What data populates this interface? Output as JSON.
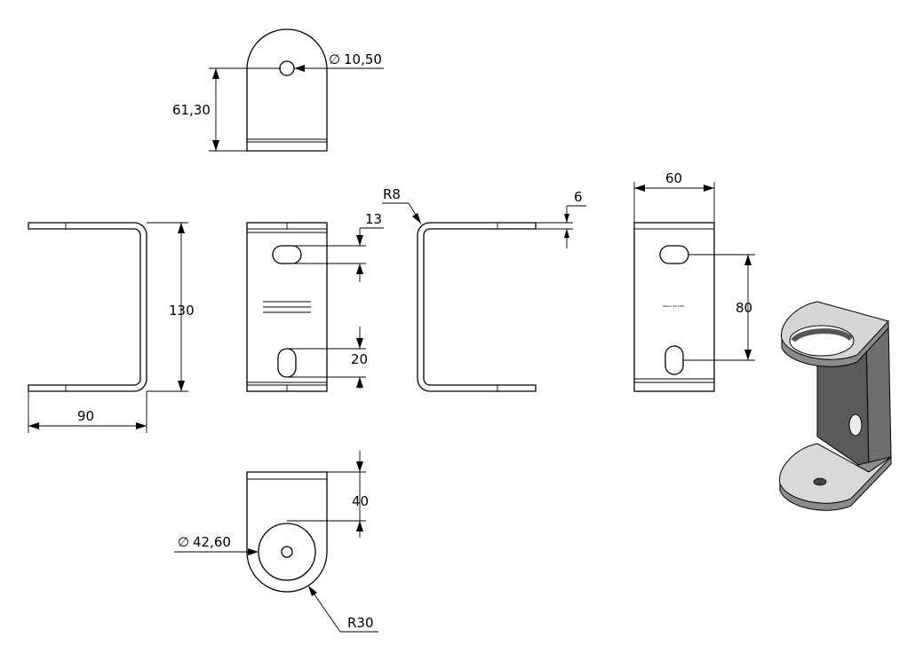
{
  "dimensions": {
    "top_hole_dia": "10,50",
    "top_height": "61,30",
    "overall_height": "130",
    "width": "90",
    "slot_width": "13",
    "slot_length": "20",
    "bend_radius": "R8",
    "thickness": "6",
    "plate_width": "60",
    "slot_spacing": "80",
    "bottom_offset": "40",
    "big_hole_dia": "42,60",
    "end_radius": "R30"
  },
  "diameter_symbol": "∅",
  "engraving": "Pébaco ER-1660"
}
